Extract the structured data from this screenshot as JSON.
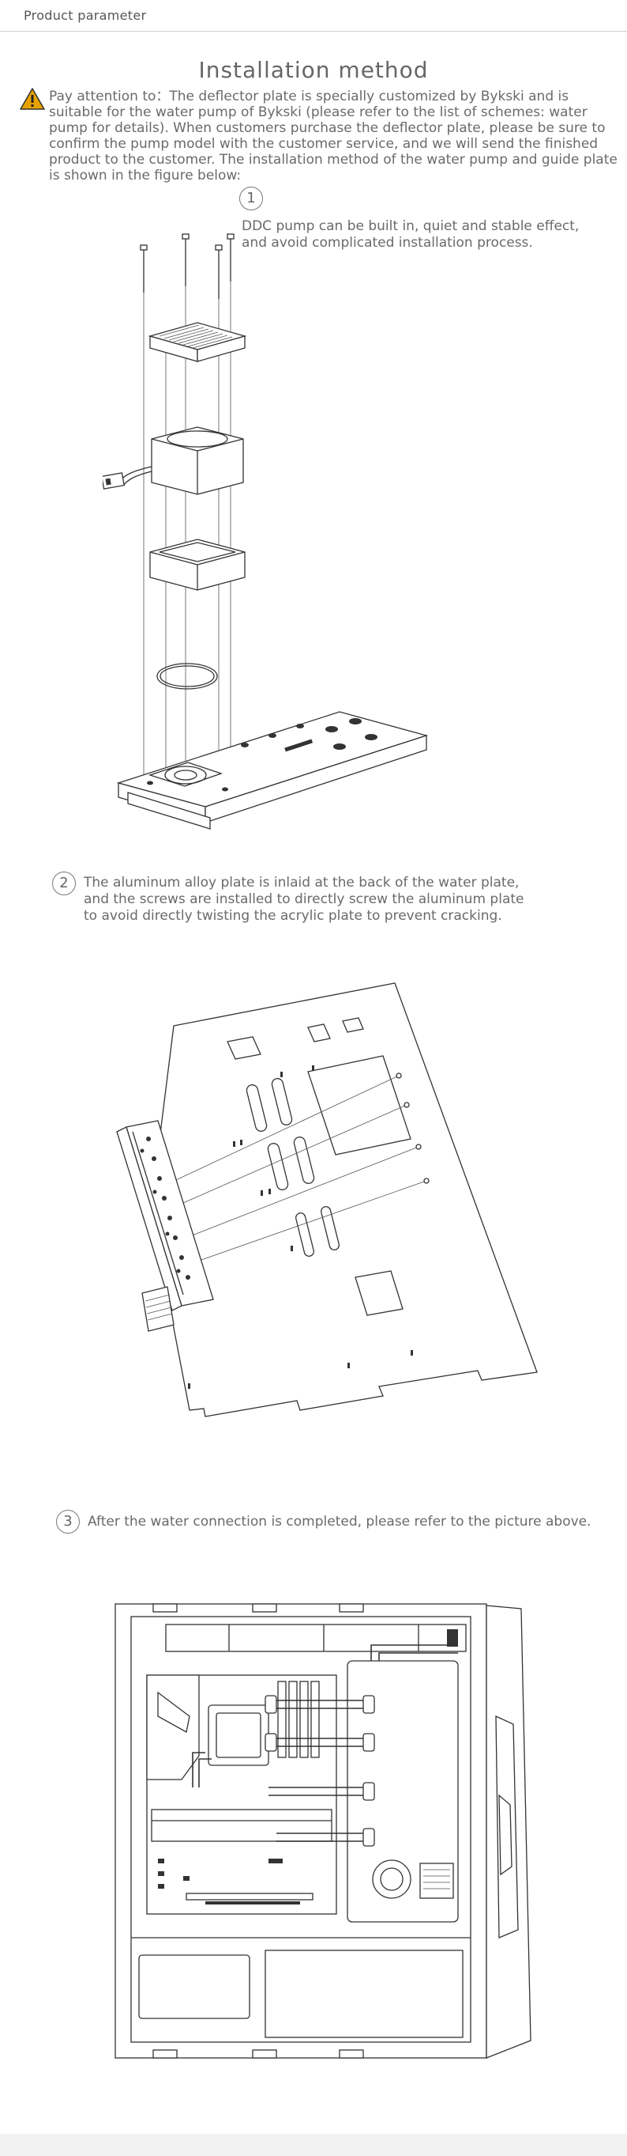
{
  "header": {
    "label": "Product parameter"
  },
  "title": "Installation method",
  "notice": {
    "icon": "warning-icon",
    "icon_color": "#e8a100",
    "text": "Pay attention to：The deflector plate is specially customized by Bykski and is suitable for the water pump of Bykski (please refer to the list of schemes: water pump for details). When customers purchase the deflector plate, please be sure to confirm the pump model with the customer service, and we will send the finished product to the customer. The installation method of the water pump and guide plate is shown in the figure below:"
  },
  "steps": [
    {
      "number": "1",
      "text": "DDC pump can be built in, quiet and stable effect, and avoid complicated installation process."
    },
    {
      "number": "2",
      "text": "The aluminum alloy plate is inlaid at the back of the water plate, and the screws are installed to directly screw the aluminum plate to avoid directly twisting the acrylic plate to prevent cracking."
    },
    {
      "number": "3",
      "text": "After the water connection is completed, please refer to the picture above."
    }
  ]
}
